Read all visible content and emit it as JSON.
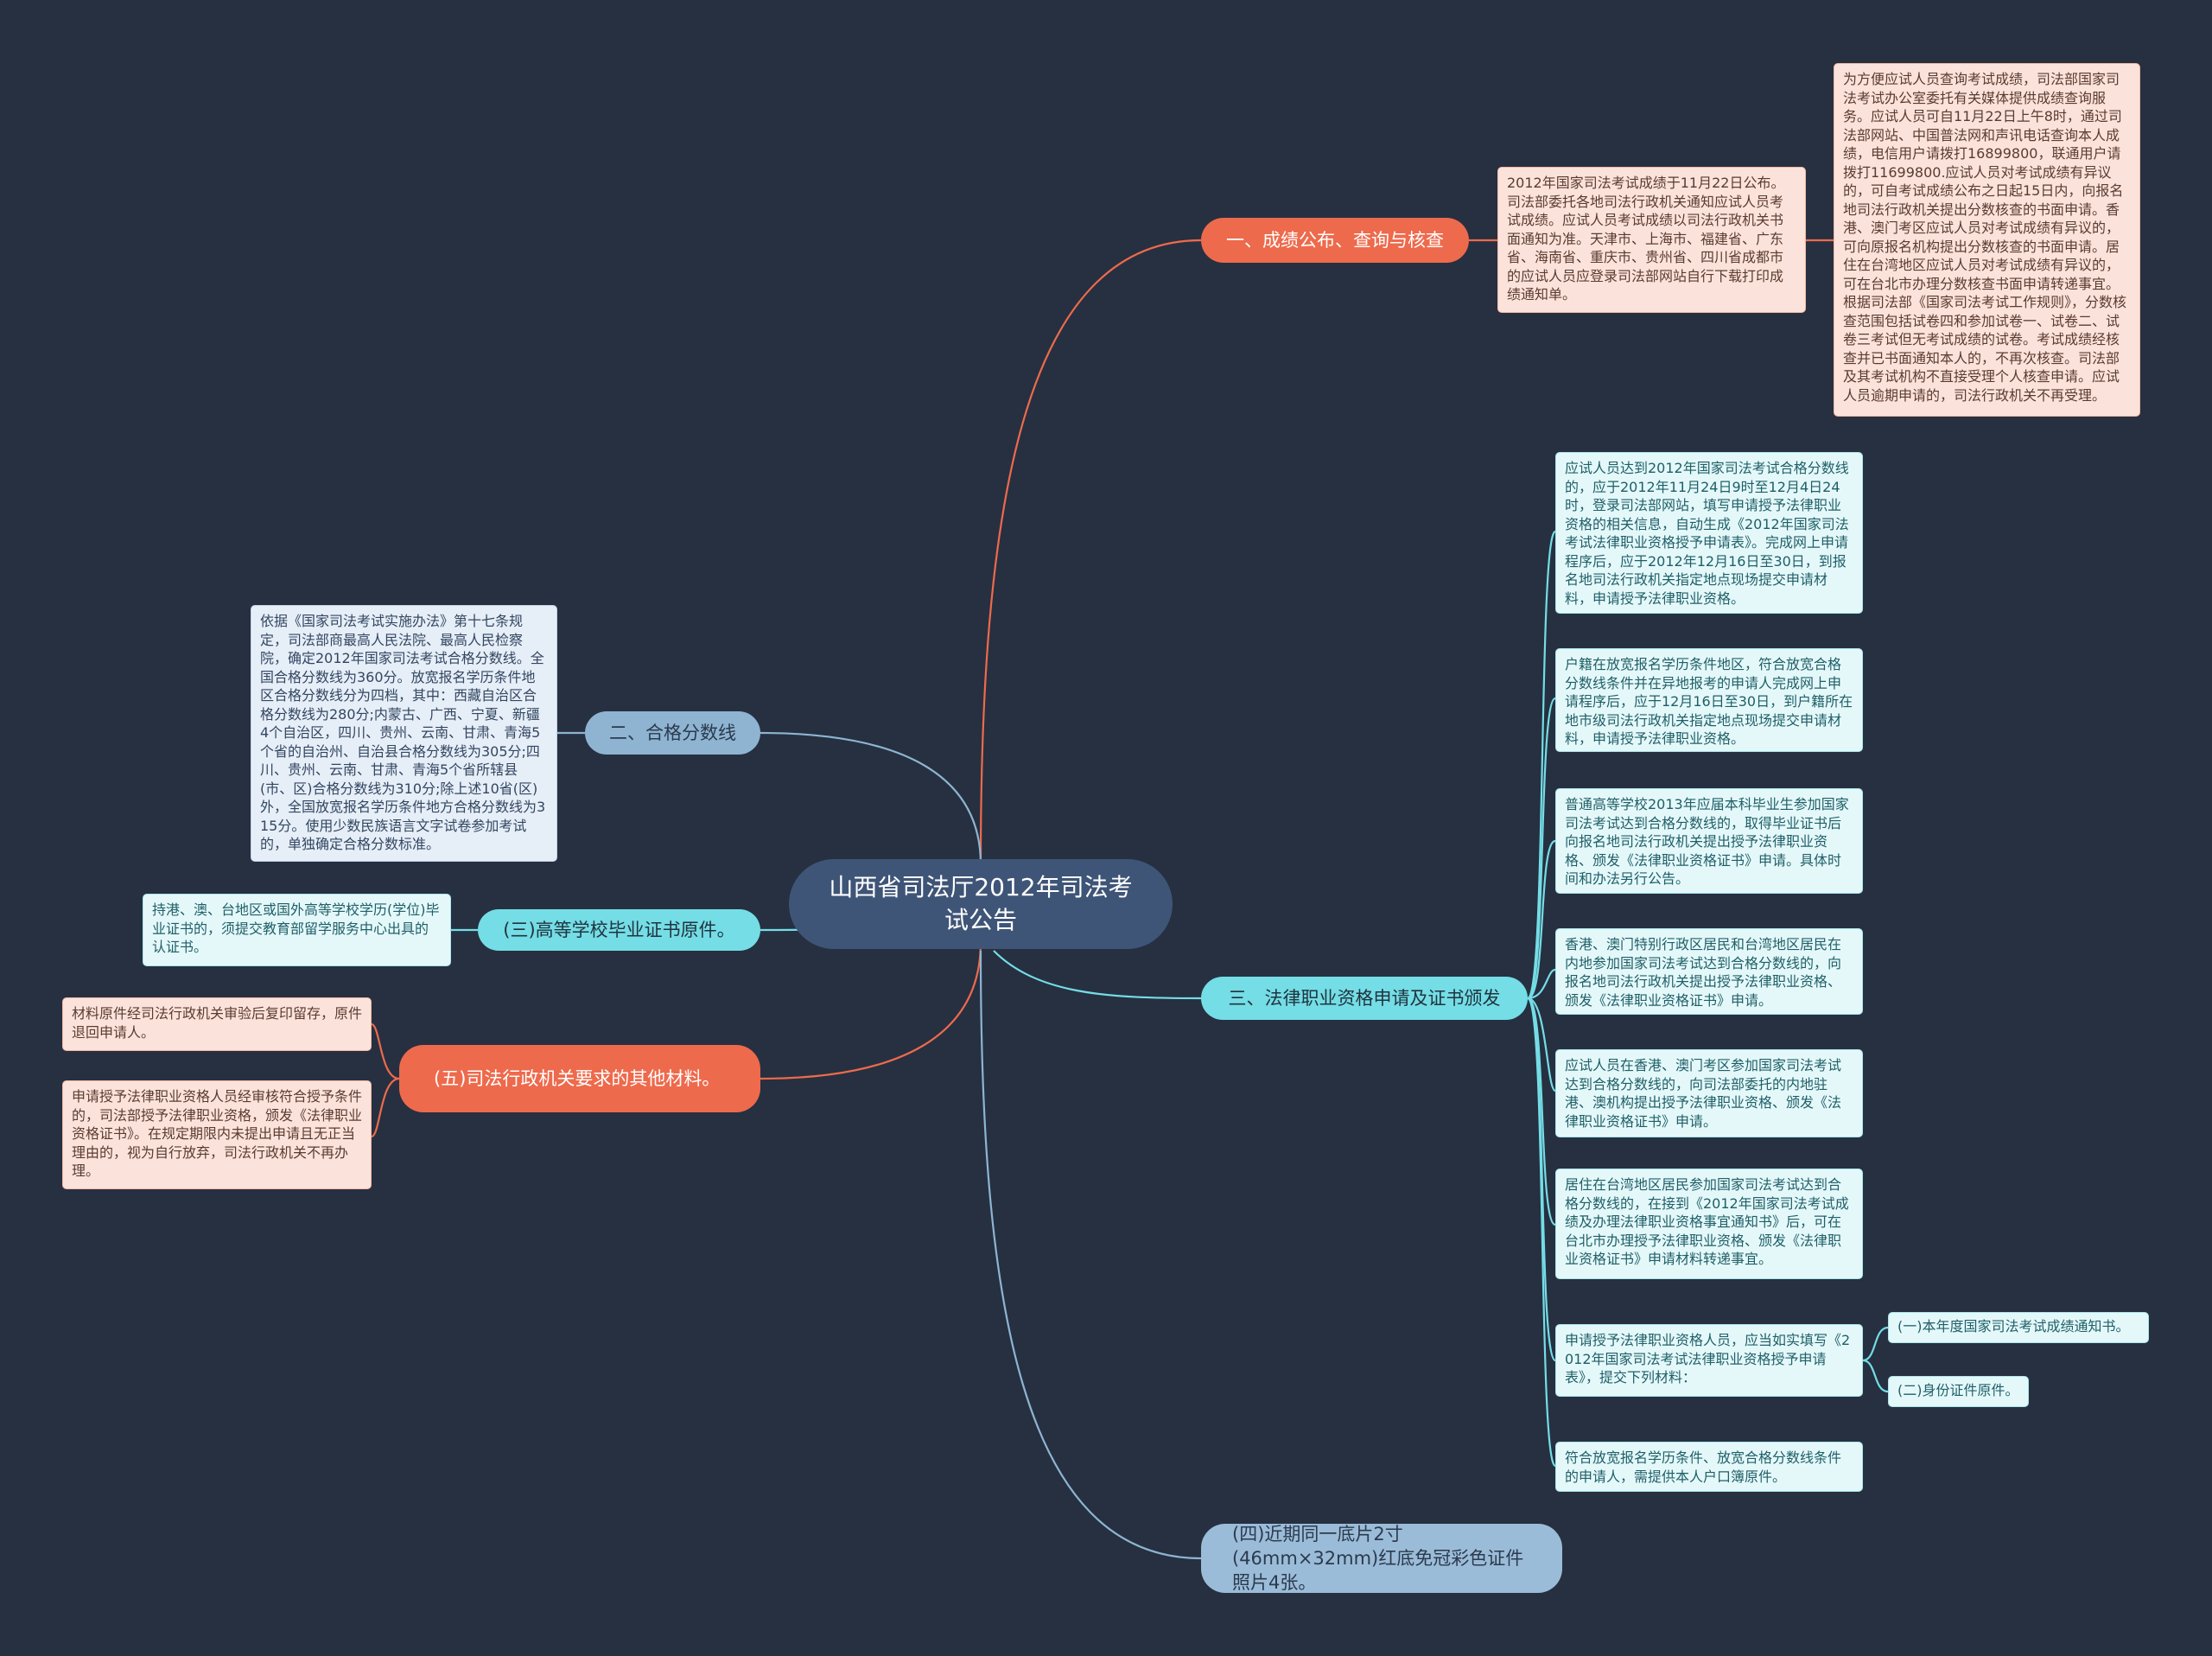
{
  "colors": {
    "background": "#263040",
    "root": "#3f5577",
    "red_branch": "#ee6a4c",
    "blue_branch": "#8eb4d2",
    "cyan_branch": "#74dde6",
    "pink_leaf": "#fbe3db",
    "blue_leaf": "#e6eef8",
    "cyan_leaf": "#e4f8fa"
  },
  "root": {
    "title": "山西省司法厅2012年司法考试公告"
  },
  "branches": {
    "results": {
      "label": "一、成绩公布、查询与核查",
      "text_1": "2012年国家司法考试成绩于11月22日公布。司法部委托各地司法行政机关通知应试人员考试成绩。应试人员考试成绩以司法行政机关书面通知为准。天津市、上海市、福建省、广东省、海南省、重庆市、贵州省、四川省成都市的应试人员应登录司法部网站自行下载打印成绩通知单。",
      "text_2": "为方便应试人员查询考试成绩，司法部国家司法考试办公室委托有关媒体提供成绩查询服务。应试人员可自11月22日上午8时，通过司法部网站、中国普法网和声讯电话查询本人成绩，电信用户请拨打16899800，联通用户请拨打11699800.应试人员对考试成绩有异议的，可自考试成绩公布之日起15日内，向报名地司法行政机关提出分数核查的书面申请。香港、澳门考区应试人员对考试成绩有异议的，可向原报名机构提出分数核查的书面申请。居住在台湾地区应试人员对考试成绩有异议的，可在台北市办理分数核查书面申请转递事宜。根据司法部《国家司法考试工作规则》，分数核查范围包括试卷四和参加试卷一、试卷二、试卷三考试但无考试成绩的试卷。考试成绩经核查并已书面通知本人的，不再次核查。司法部及其考试机构不直接受理个人核查申请。应试人员逾期申请的，司法行政机关不再受理。"
    },
    "passing": {
      "label": "二、合格分数线",
      "text": "依据《国家司法考试实施办法》第十七条规定，司法部商最高人民法院、最高人民检察院，确定2012年国家司法考试合格分数线。全国合格分数线为360分。放宽报名学历条件地区合格分数线分为四档，其中：西藏自治区合格分数线为280分;内蒙古、广西、宁夏、新疆4个自治区，四川、贵州、云南、甘肃、青海5个省的自治州、自治县合格分数线为305分;四川、贵州、云南、甘肃、青海5个省所辖县(市、区)合格分数线为310分;除上述10省(区)外，全国放宽报名学历条件地方合格分数线为315分。使用少数民族语言文字试卷参加考试的，单独确定合格分数标准。"
    },
    "diploma": {
      "label": "(三)高等学校毕业证书原件。",
      "text": "持港、澳、台地区或国外高等学校学历(学位)毕业证书的，须提交教育部留学服务中心出具的认证书。"
    },
    "other": {
      "label": "(五)司法行政机关要求的其他材料。",
      "text_1": "材料原件经司法行政机关审验后复印留存，原件退回申请人。",
      "text_2": "申请授予法律职业资格人员经审核符合授予条件的，司法部授予法律职业资格，颁发《法律职业资格证书》。在规定期限内未提出申请且无正当理由的，视为自行放弃，司法行政机关不再办理。"
    },
    "certificate": {
      "label": "三、法律职业资格申请及证书颁发",
      "text_1": "应试人员达到2012年国家司法考试合格分数线的，应于2012年11月24日9时至12月4日24时，登录司法部网站，填写申请授予法律职业资格的相关信息，自动生成《2012年国家司法考试法律职业资格授予申请表》。完成网上申请程序后，应于2012年12月16日至30日，到报名地司法行政机关指定地点现场提交申请材料，申请授予法律职业资格。",
      "text_2": "户籍在放宽报名学历条件地区，符合放宽合格分数线条件并在异地报考的申请人完成网上申请程序后，应于12月16日至30日，到户籍所在地市级司法行政机关指定地点现场提交申请材料，申请授予法律职业资格。",
      "text_3": "普通高等学校2013年应届本科毕业生参加国家司法考试达到合格分数线的，取得毕业证书后向报名地司法行政机关提出授予法律职业资格、颁发《法律职业资格证书》申请。具体时间和办法另行公告。",
      "text_4": "香港、澳门特别行政区居民和台湾地区居民在内地参加国家司法考试达到合格分数线的，向报名地司法行政机关提出授予法律职业资格、颁发《法律职业资格证书》申请。",
      "text_5": "应试人员在香港、澳门考区参加国家司法考试达到合格分数线的，向司法部委托的内地驻港、澳机构提出授予法律职业资格、颁发《法律职业资格证书》申请。",
      "text_6": "居住在台湾地区居民参加国家司法考试达到合格分数线的，在接到《2012年国家司法考试成绩及办理法律职业资格事宜通知书》后，可在台北市办理授予法律职业资格、颁发《法律职业资格证书》申请材料转递事宜。",
      "text_7": "申请授予法律职业资格人员，应当如实填写《2012年国家司法考试法律职业资格授予申请表》，提交下列材料：",
      "text_8": "符合放宽报名学历条件、放宽合格分数线条件的申请人，需提供本人户口簿原件。",
      "sub_1": "(一)本年度国家司法考试成绩通知书。",
      "sub_2": "(二)身份证件原件。"
    },
    "photo": {
      "label": "(四)近期同一底片2寸(46mm×32mm)红底免冠彩色证件照片4张。"
    }
  }
}
